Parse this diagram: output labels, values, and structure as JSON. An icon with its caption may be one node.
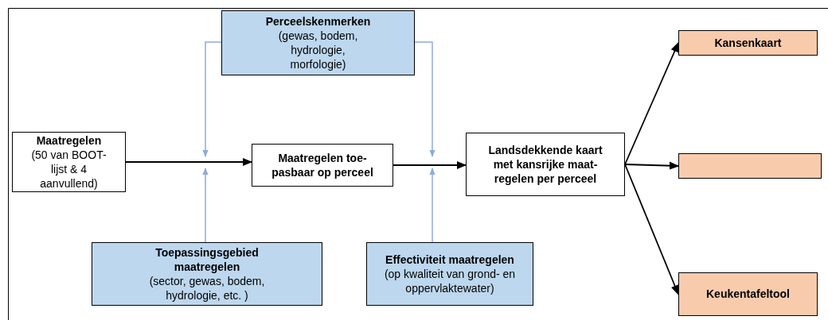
{
  "diagram": {
    "nodes": [
      {
        "text": [
          "Maatregelen",
          "(50 van BOOT-lijst & 4 aanvullend)"
        ]
      },
      {
        "text": [
          "Perceelskenmerken",
          "(gewas, bodem, hydrologie, morfologie)"
        ]
      },
      {
        "text": [
          "Maatregelen toe-pasbaar op perceel"
        ]
      },
      {
        "text": [
          "Toepassingsgebied maatregelen",
          "(sector, gewas, bodem, hydrologie, etc. )"
        ]
      },
      {
        "text": [
          "Effectiviteit maatregelen",
          "(op kwaliteit van grond- en oppervlaktewater)"
        ]
      },
      {
        "text": [
          "Landsdekkende kaart met kansrijke maat-regelen per perceel"
        ]
      },
      {
        "text": [
          "Kansenkaart"
        ]
      },
      {
        "text": [],
        "shape": "box"
      },
      {
        "text": [
          "Keukentafeltool"
        ]
      }
    ],
    "edges": [
      {
        "from": 0,
        "to": 2,
        "arrow": "to"
      },
      {
        "from": 1,
        "to": null,
        "arrow": "to",
        "color": "#8eaadb"
      },
      {
        "from": 3,
        "to": null,
        "arrow": "to",
        "color": "#8eaadb"
      },
      {
        "from": 1,
        "to": null,
        "arrow": "to",
        "color": "#8eaadb"
      },
      {
        "from": 4,
        "to": null,
        "arrow": "to",
        "color": "#8eaadb"
      },
      {
        "from": 2,
        "to": 5,
        "arrow": "to"
      },
      {
        "from": 5,
        "to": 6,
        "arrow": "to"
      },
      {
        "from": 5,
        "to": 7,
        "arrow": "to"
      },
      {
        "from": 5,
        "to": 8,
        "arrow": "to"
      }
    ]
  }
}
